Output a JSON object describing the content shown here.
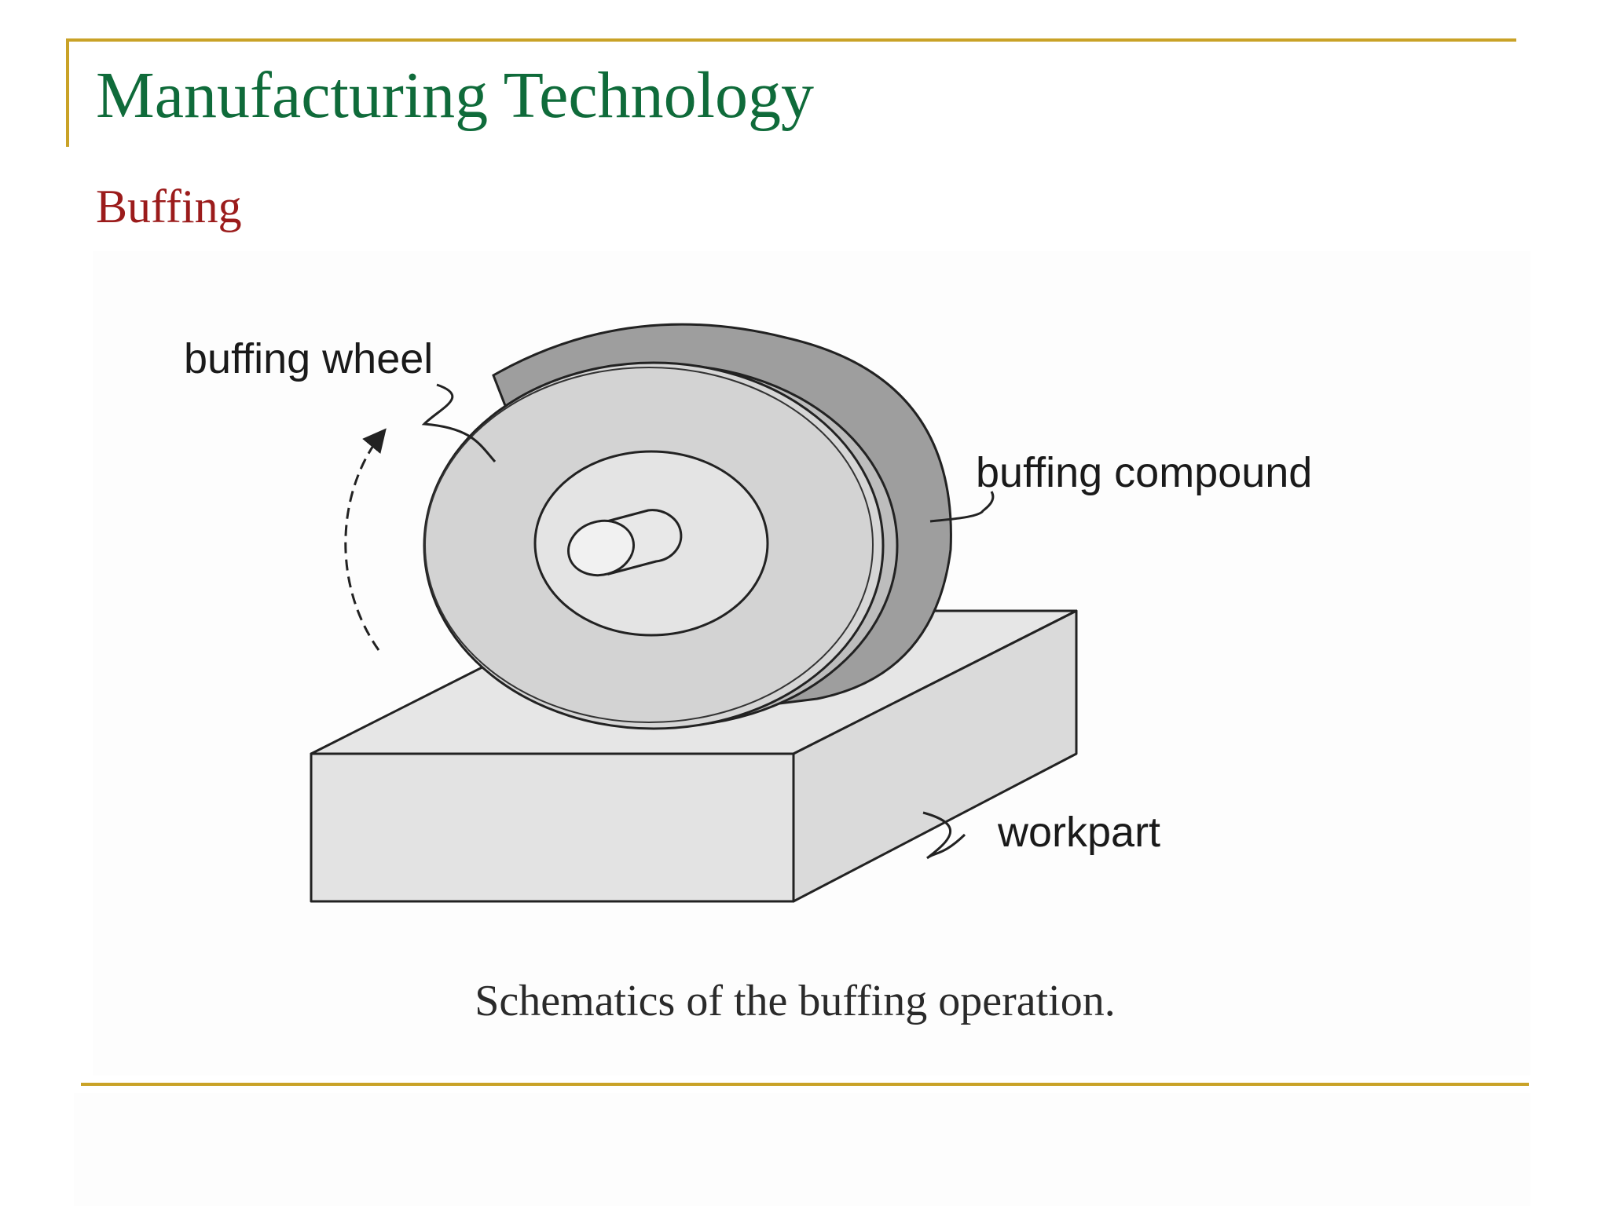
{
  "slide": {
    "title": "Manufacturing Technology",
    "subtitle": "Buffing"
  },
  "diagram": {
    "labels": {
      "wheel": "buffing wheel",
      "compound": "buffing compound",
      "workpart": "workpart"
    },
    "caption": "Schematics of the buffing operation."
  },
  "colors": {
    "title": "#0f6b3a",
    "subtitle": "#9b1b1b",
    "rule": "#c9a227"
  }
}
